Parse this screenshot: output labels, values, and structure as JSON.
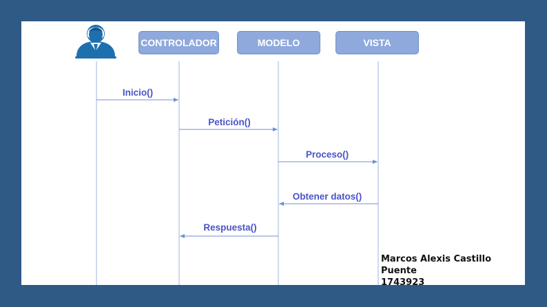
{
  "actor": {
    "icon": "user-icon"
  },
  "participants": [
    {
      "key": "controlador",
      "label": "CONTROLADOR"
    },
    {
      "key": "modelo",
      "label": "MODELO"
    },
    {
      "key": "vista",
      "label": "VISTA"
    }
  ],
  "messages": [
    {
      "label": "Inicio()",
      "from": "actor",
      "to": "controlador"
    },
    {
      "label": "Petición()",
      "from": "controlador",
      "to": "modelo"
    },
    {
      "label": "Proceso()",
      "from": "modelo",
      "to": "vista"
    },
    {
      "label": "Obtener datos()",
      "from": "vista",
      "to": "modelo"
    },
    {
      "label": "Respuesta()",
      "from": "modelo",
      "to": "controlador"
    }
  ],
  "author": {
    "name": "Marcos Alexis Castillo Puente",
    "id": "1743923"
  },
  "colors": {
    "frame": "#2f5a86",
    "participant_fill": "#8fa9dc",
    "lifeline": "#9db5de",
    "arrow": "#6f8fd6",
    "label": "#4a52c9"
  }
}
